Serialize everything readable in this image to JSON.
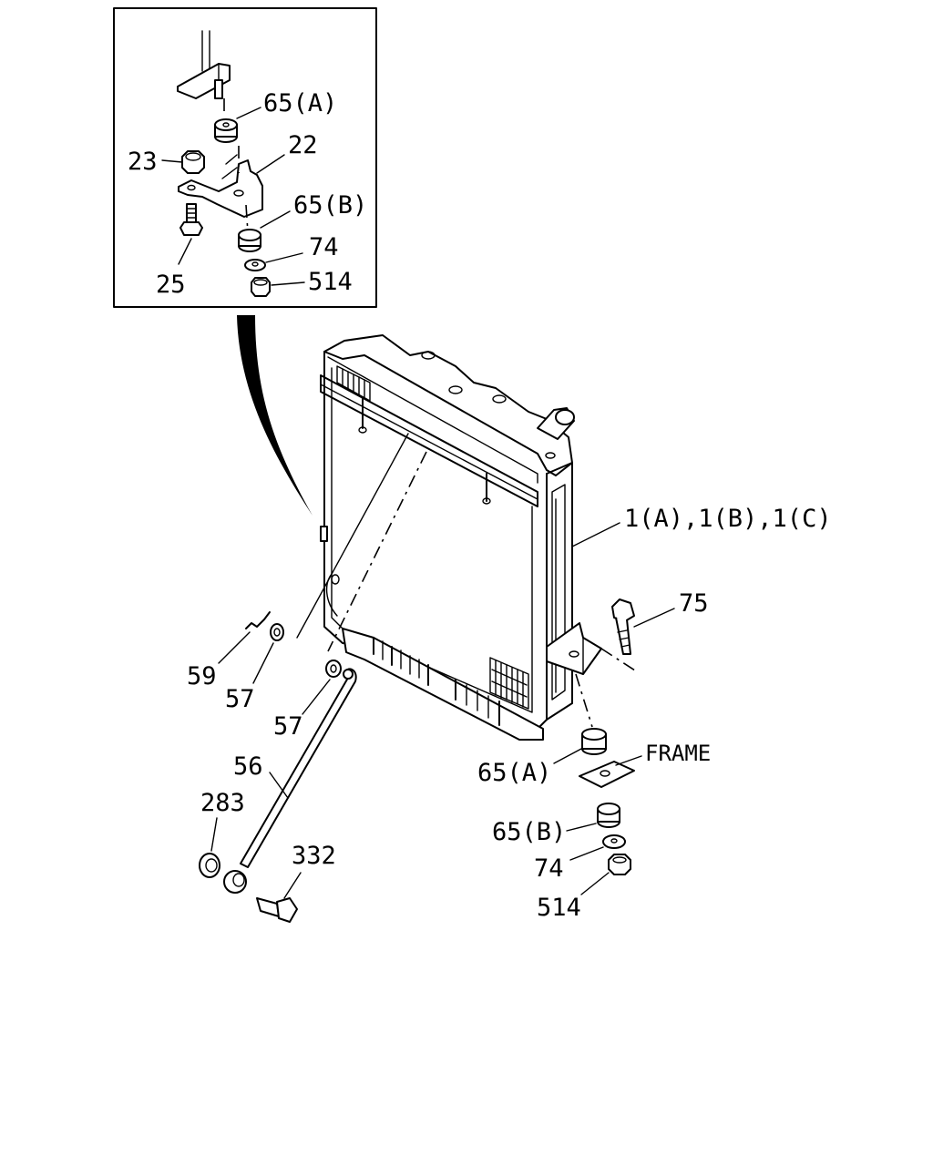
{
  "labels": {
    "inset_65a": "65(A)",
    "inset_22": "22",
    "inset_23": "23",
    "inset_65b": "65(B)",
    "inset_74": "74",
    "inset_25": "25",
    "inset_514": "514",
    "radiator_1": "1(A),1(B),1(C)",
    "bolt_75": "75",
    "hose_59": "59",
    "clip_57a": "57",
    "clip_57b": "57",
    "rod_56": "56",
    "washer_283": "283",
    "bolt_332": "332",
    "mount_65a": "65(A)",
    "frame": "FRAME",
    "mount_65b": "65(B)",
    "washer_74": "74",
    "nut_514": "514"
  }
}
